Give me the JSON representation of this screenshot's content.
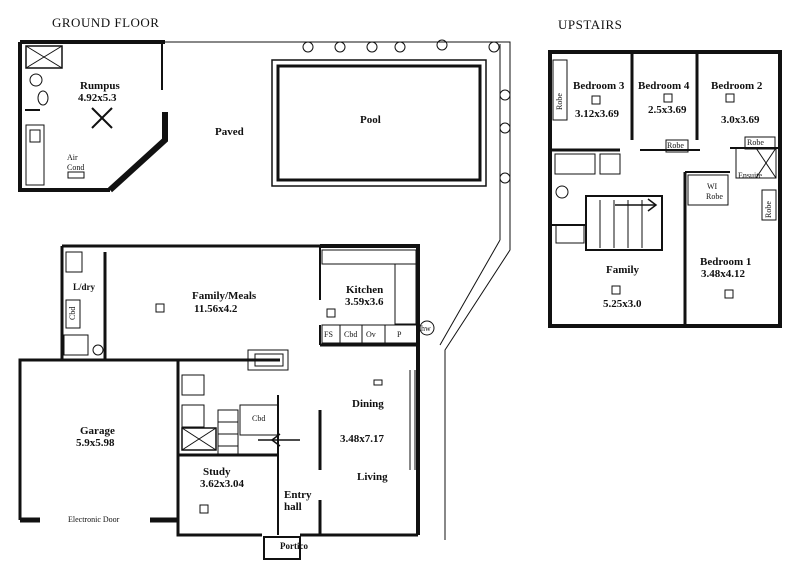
{
  "titles": {
    "ground": "GROUND FLOOR",
    "upstairs": "UPSTAIRS"
  },
  "ground": {
    "rumpus": {
      "name": "Rumpus",
      "dims": "4.92x5.3"
    },
    "air_cond": {
      "line1": "Air",
      "line2": "Cond"
    },
    "paved": "Paved",
    "pool": "Pool",
    "laundry": "L/dry",
    "laundry_cbd": "Cbd",
    "family_meals": {
      "name": "Family/Meals",
      "dims": "11.56x4.2"
    },
    "kitchen": {
      "name": "Kitchen",
      "dims": "3.59x3.6"
    },
    "kitchen_units": {
      "fs": "FS",
      "cbd": "Cbd",
      "ov": "Ov",
      "p": "P",
      "hw": "hw"
    },
    "garage": {
      "name": "Garage",
      "dims": "5.9x5.98"
    },
    "electronic_door": "Electronic Door",
    "dining": "Dining",
    "dining_living_dims": "3.48x7.17",
    "living": "Living",
    "hall_cbd": "Cbd",
    "study": {
      "name": "Study",
      "dims": "3.62x3.04"
    },
    "entry": {
      "line1": "Entry",
      "line2": "hall"
    },
    "portico": "Portico"
  },
  "upstairs": {
    "bedroom3": {
      "name": "Bedroom 3",
      "dims": "3.12x3.69"
    },
    "bedroom4": {
      "name": "Bedroom 4",
      "dims": "2.5x3.69"
    },
    "bedroom2": {
      "name": "Bedroom 2",
      "dims": "3.0x3.69"
    },
    "robe_b3": "Robe",
    "robe_b4": "Robe",
    "robe_b2": "Robe",
    "ensuite": "Ensuite",
    "wi_robe": {
      "line1": "WI",
      "line2": "Robe"
    },
    "robe_b1": "Robe",
    "family": {
      "name": "Family",
      "dims": "5.25x3.0"
    },
    "bedroom1": {
      "name": "Bedroom 1",
      "dims": "3.48x4.12"
    }
  }
}
